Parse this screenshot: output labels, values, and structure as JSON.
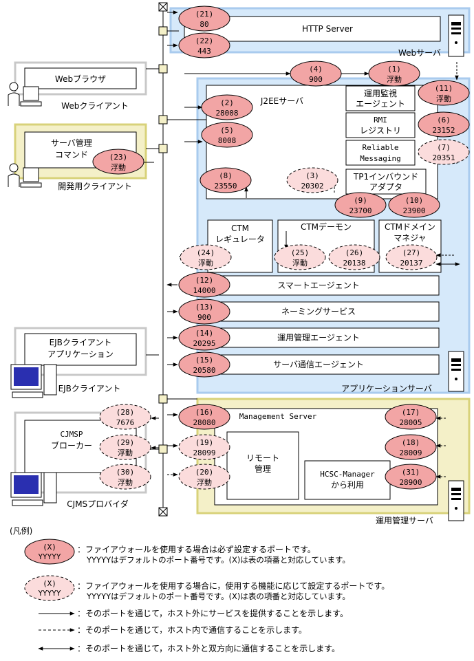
{
  "zones": {
    "http": "HTTP Server",
    "web_server": "Webサーバ",
    "web_client": "Webクライアント",
    "browser": "Webブラウザ",
    "j2ee": "J2EEサーバ",
    "op_monitor_1": "運用監視",
    "op_monitor_2": "エージェント",
    "rmi_1": "RMI",
    "rmi_2": "レジストリ",
    "reliable_1": "Reliable",
    "reliable_2": "Messaging",
    "tp1_1": "TP1インバウンド",
    "tp1_2": "アダプタ",
    "admin_cmd_1": "サーバ管理",
    "admin_cmd_2": "コマンド",
    "dev_client": "開発用クライアント",
    "ctm_reg_1": "CTM",
    "ctm_reg_2": "レギュレータ",
    "ctm_daemon": "CTMデーモン",
    "ctm_dm_1": "CTMドメイン",
    "ctm_dm_2": "マネジャ",
    "smart": "スマートエージェント",
    "naming": "ネーミングサービス",
    "op_agent": "運用管理エージェント",
    "comm_agent": "サーバ通信エージェント",
    "ejb_app_1": "EJBクライアント",
    "ejb_app_2": "アプリケーション",
    "ejb_client": "EJBクライアント",
    "app_server": "アプリケーションサーバ",
    "mgmt_server": "Management Server",
    "remote_1": "リモート",
    "remote_2": "管理",
    "hcsc_1": "HCSC-Manager",
    "hcsc_2": "から利用",
    "cjmsp_1": "CJMSP",
    "cjmsp_2": "ブローカー",
    "cjms_provider": "CJMSプロバイダ",
    "mgmt_zone": "運用管理サーバ"
  },
  "ports": [
    {
      "id": "(21)",
      "port": "80",
      "kind": "required"
    },
    {
      "id": "(22)",
      "port": "443",
      "kind": "required"
    },
    {
      "id": "(4)",
      "port": "900",
      "kind": "required"
    },
    {
      "id": "(1)",
      "port": "浮動",
      "kind": "required"
    },
    {
      "id": "(11)",
      "port": "浮動",
      "kind": "required"
    },
    {
      "id": "(2)",
      "port": "28008",
      "kind": "required"
    },
    {
      "id": "(5)",
      "port": "8008",
      "kind": "required"
    },
    {
      "id": "(6)",
      "port": "23152",
      "kind": "required"
    },
    {
      "id": "(7)",
      "port": "20351",
      "kind": "optional"
    },
    {
      "id": "(23)",
      "port": "浮動",
      "kind": "required"
    },
    {
      "id": "(8)",
      "port": "23550",
      "kind": "required"
    },
    {
      "id": "(3)",
      "port": "20302",
      "kind": "optional"
    },
    {
      "id": "(9)",
      "port": "23700",
      "kind": "required"
    },
    {
      "id": "(10)",
      "port": "23900",
      "kind": "required"
    },
    {
      "id": "(24)",
      "port": "浮動",
      "kind": "optional"
    },
    {
      "id": "(25)",
      "port": "浮動",
      "kind": "optional"
    },
    {
      "id": "(26)",
      "port": "20138",
      "kind": "optional"
    },
    {
      "id": "(27)",
      "port": "20137",
      "kind": "optional"
    },
    {
      "id": "(12)",
      "port": "14000",
      "kind": "required"
    },
    {
      "id": "(13)",
      "port": "900",
      "kind": "required"
    },
    {
      "id": "(14)",
      "port": "20295",
      "kind": "required"
    },
    {
      "id": "(15)",
      "port": "20580",
      "kind": "required"
    },
    {
      "id": "(28)",
      "port": "7676",
      "kind": "optional"
    },
    {
      "id": "(16)",
      "port": "28080",
      "kind": "required"
    },
    {
      "id": "(17)",
      "port": "28005",
      "kind": "required"
    },
    {
      "id": "(29)",
      "port": "浮動",
      "kind": "optional"
    },
    {
      "id": "(19)",
      "port": "28099",
      "kind": "optional"
    },
    {
      "id": "(18)",
      "port": "28009",
      "kind": "required"
    },
    {
      "id": "(30)",
      "port": "浮動",
      "kind": "optional"
    },
    {
      "id": "(20)",
      "port": "浮動",
      "kind": "optional"
    },
    {
      "id": "(31)",
      "port": "28900",
      "kind": "required"
    }
  ],
  "legend": {
    "title": "(凡例)",
    "sample_id": "(X)",
    "sample_port": "YYYYY",
    "required_1": "：ファイアウォールを使用する場合は必ず設定するポートです。",
    "required_2": "YYYYYはデフォルトのポート番号です。(X)は表の項番と対応しています。",
    "optional_1": "：ファイアウォールを使用する場合に，使用する機能に応じて設定するポートです。",
    "optional_2": "YYYYYはデフォルトのポート番号です。(X)は表の項番と対応しています。",
    "arrow_out": "：そのポートを通じて，ホスト外にサービスを提供することを示します。",
    "arrow_in": "：そのポートを通じて，ホスト内で通信することを示します。",
    "arrow_both": "：そのポートを通じて，ホスト外と双方向に通信することを示します。"
  },
  "colors": {
    "required_fill": "#f2a5a5",
    "optional_fill": "#fbdcdc",
    "app_zone": "#d6e9fa",
    "mgmt_zone": "#f4f0c8"
  }
}
